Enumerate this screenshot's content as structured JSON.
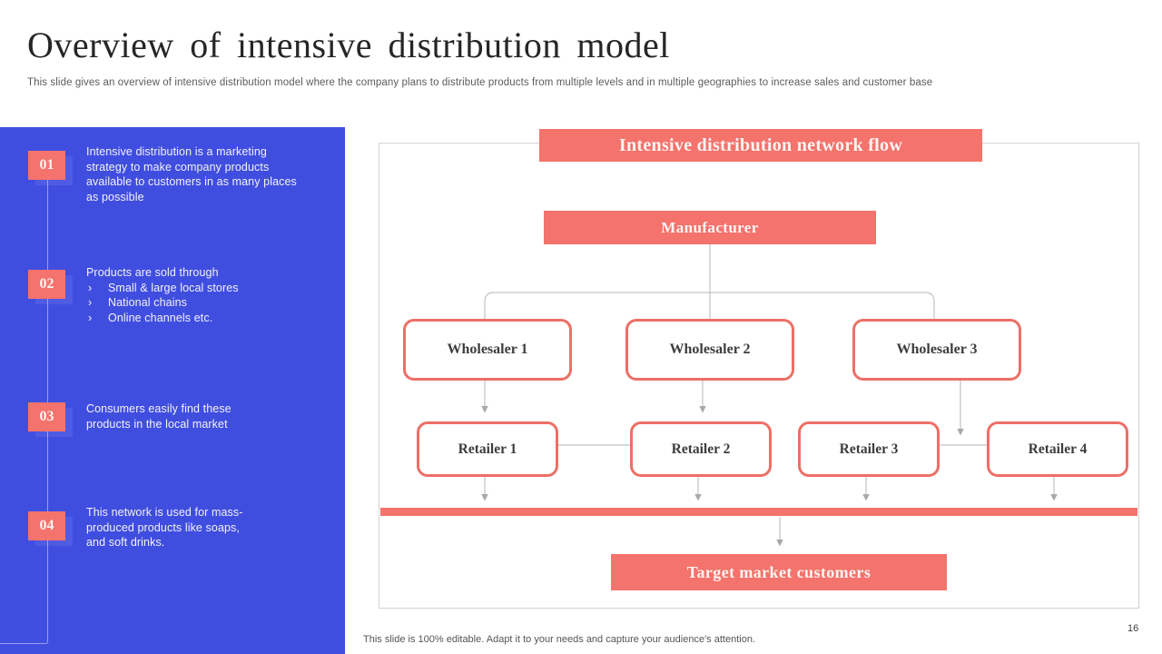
{
  "slide": {
    "title": "Overview of intensive distribution model",
    "subtitle": "This slide gives an overview of intensive distribution model where the company plans to distribute products from multiple levels and in multiple geographies to increase sales and customer base",
    "footer_note": "This slide is 100% editable. Adapt it to your needs and capture your audience's attention.",
    "page_number": "16"
  },
  "colors": {
    "coral": "#F4736C",
    "coral-border": "#ED6F67",
    "blue": "#404EE0",
    "line": "#b6b6b6",
    "arrow": "#a9a9a9"
  },
  "sidebar": {
    "bullet_glyph": "›",
    "items": [
      {
        "number": "01",
        "text": "Intensive distribution is a marketing strategy to make company products available to customers in as many places as possible"
      },
      {
        "number": "02",
        "intro": "Products are sold through",
        "bullets": [
          "Small & large local stores",
          "National chains",
          "Online channels etc."
        ]
      },
      {
        "number": "03",
        "text": "Consumers easily find these products in the local market"
      },
      {
        "number": "04",
        "text": "This network is used for mass-produced products like soaps, and soft drinks."
      }
    ]
  },
  "diagram": {
    "title": "Intensive distribution network flow",
    "nodes": {
      "manufacturer": "Manufacturer",
      "wholesalers": [
        "Wholesaler 1",
        "Wholesaler 2",
        "Wholesaler 3"
      ],
      "retailers": [
        "Retailer 1",
        "Retailer 2",
        "Retailer 3",
        "Retailer 4"
      ],
      "target": "Target market customers"
    }
  }
}
